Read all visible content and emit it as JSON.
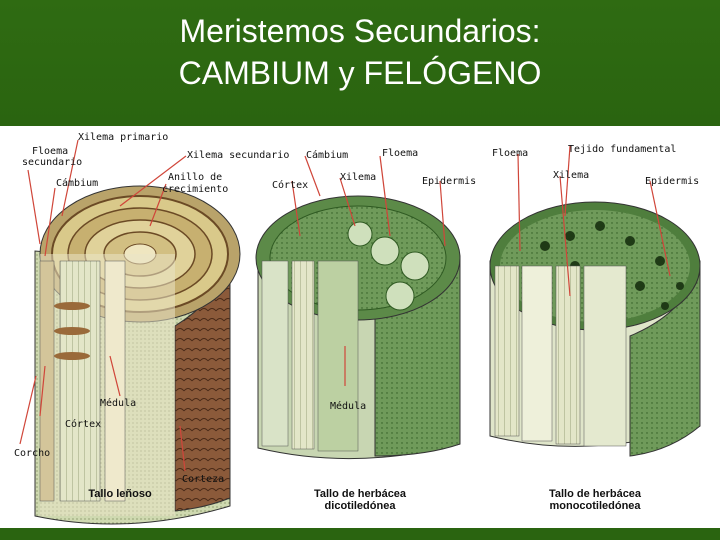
{
  "title": {
    "line1": "Meristemos Secundarios:",
    "line2": "CAMBIUM y FELÓGENO"
  },
  "labels": {
    "xilema_primario": "Xilema primario",
    "floema_secundario_1": "Floema",
    "floema_secundario_2": "secundario",
    "xilema_secundario": "Xilema secundario",
    "cambium_left": "Cámbium",
    "anillo_1": "Anillo de",
    "anillo_2": "crecimiento",
    "medula_left": "Médula",
    "cortex_left": "Córtex",
    "corcho": "Corcho",
    "corteza": "Corteza",
    "cambium_mid": "Cámbium",
    "floema_mid": "Floema",
    "cortex_mid": "Córtex",
    "xilema_mid": "Xilema",
    "epidermis_mid": "Epidermis",
    "medula_mid": "Médula",
    "floema_right": "Floema",
    "tejido_fundamental": "Tejido fundamental",
    "xilema_right": "Xilema",
    "epidermis_right": "Epidermis"
  },
  "captions": {
    "left": "Tallo leñoso",
    "mid_1": "Tallo de herbácea",
    "mid_2": "dicotiledónea",
    "right_1": "Tallo de herbácea",
    "right_2": "monocotiledónea"
  }
}
